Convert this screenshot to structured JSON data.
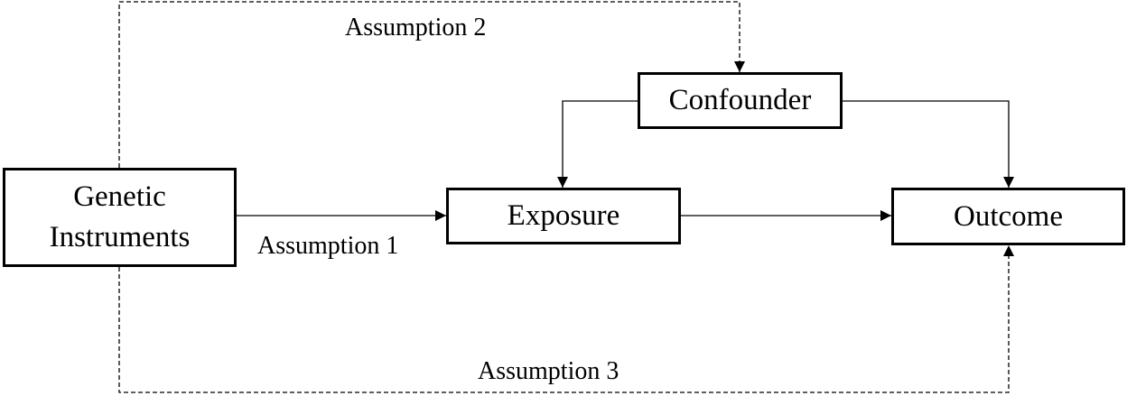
{
  "nodes": {
    "genetic_instruments": {
      "line1": "Genetic",
      "line2": "Instruments"
    },
    "exposure": {
      "label": "Exposure"
    },
    "confounder": {
      "label": "Confounder"
    },
    "outcome": {
      "label": "Outcome"
    }
  },
  "assumptions": {
    "assumption_1": "Assumption 1",
    "assumption_2": "Assumption 2",
    "assumption_3": "Assumption 3"
  }
}
